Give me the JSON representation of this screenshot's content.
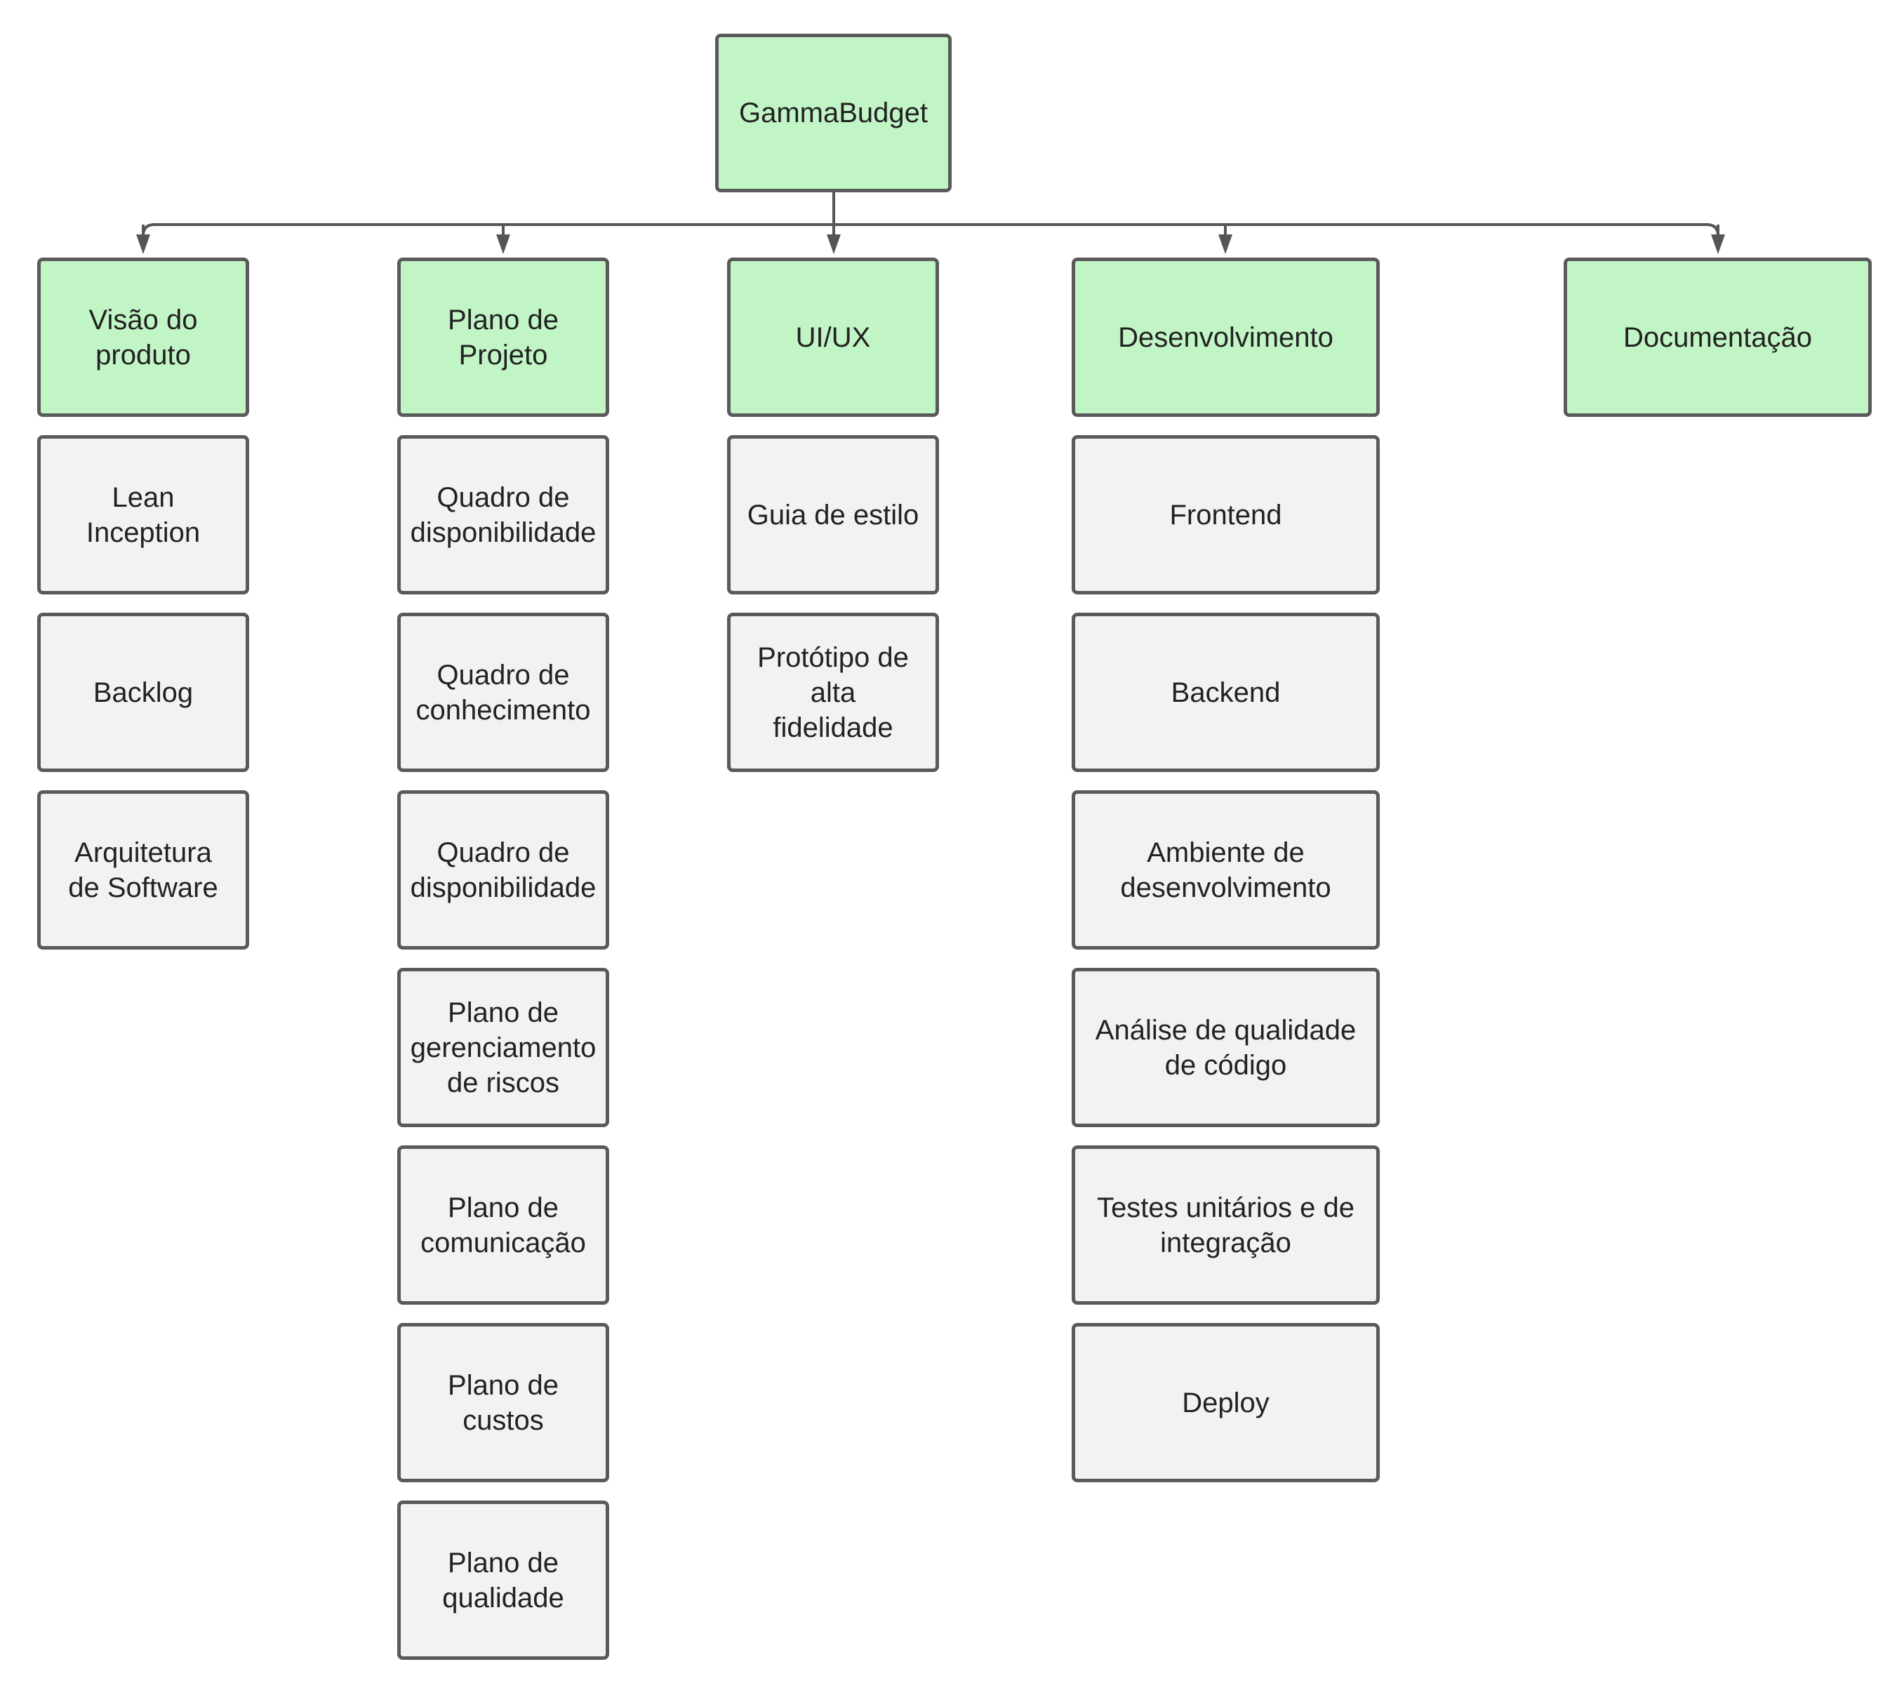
{
  "colors": {
    "green_fill": "#c2f5c6",
    "grey_fill": "#f1f2f4",
    "border": "#5a5a5a",
    "connector": "#555555",
    "text": "#222222"
  },
  "root": {
    "label": "GammaBudget"
  },
  "branches": [
    {
      "label": "Visão do\nproduto",
      "items": [
        "Lean\nInception",
        "Backlog",
        "Arquitetura\nde Software"
      ]
    },
    {
      "label": "Plano de\nProjeto",
      "items": [
        "Quadro de\ndisponibilidade",
        "Quadro de\nconhecimento",
        "Quadro de\ndisponibilidade",
        "Plano de\ngerenciamento\nde riscos",
        "Plano de\ncomunicação",
        "Plano de\ncustos",
        "Plano de\nqualidade"
      ]
    },
    {
      "label": "UI/UX",
      "items": [
        "Guia de estilo",
        "Protótipo de\nalta\nfidelidade"
      ]
    },
    {
      "label": "Desenvolvimento",
      "items": [
        "Frontend",
        "Backend",
        "Ambiente de\ndesenvolvimento",
        "Análise de qualidade\nde código",
        "Testes unitários e de\nintegração",
        "Deploy"
      ]
    },
    {
      "label": "Documentação",
      "items": []
    }
  ]
}
